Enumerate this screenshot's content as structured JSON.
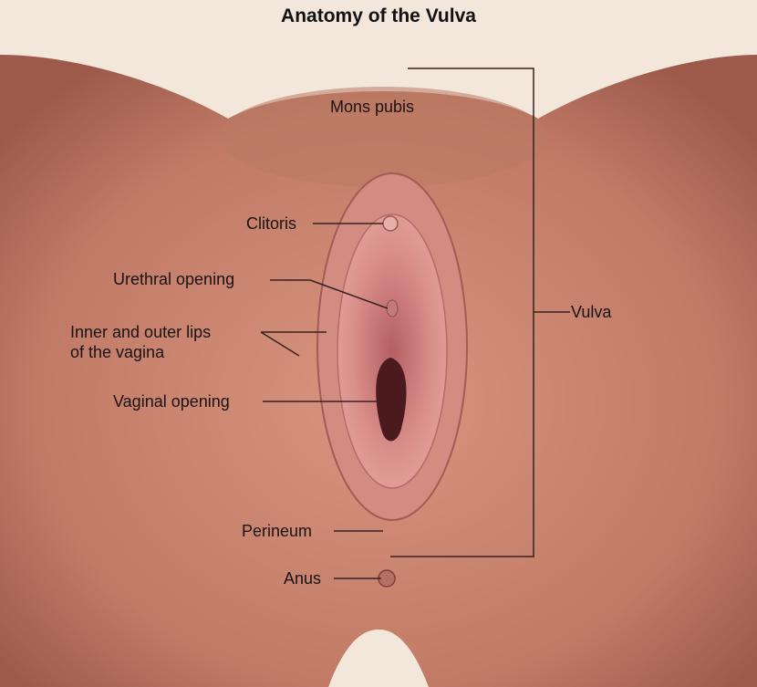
{
  "title": "Anatomy of the Vulva",
  "labels": {
    "mons_pubis": "Mons pubis",
    "clitoris": "Clitoris",
    "urethral_opening": "Urethral opening",
    "lips_line1": "Inner and outer lips",
    "lips_line2": "of the vagina",
    "vaginal_opening": "Vaginal opening",
    "perineum": "Perineum",
    "anus": "Anus",
    "vulva": "Vulva"
  },
  "colors": {
    "background": "#f3e7dc",
    "skin": "#c98571",
    "skin_shadow": "#a8614f",
    "tissue": "#d98e8a",
    "leader_line": "#3a2020"
  }
}
